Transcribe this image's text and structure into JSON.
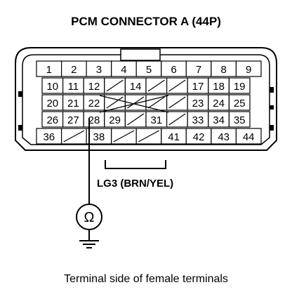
{
  "title": "PCM CONNECTOR A (44P)",
  "wire_label": "LG3 (BRN/YEL)",
  "meter_symbol": "Ω",
  "caption": "Terminal side of female terminals",
  "rows": [
    [
      "1",
      "2",
      "3",
      "4",
      "5",
      "6",
      "7",
      "8",
      "9"
    ],
    [
      "10",
      "11",
      "12",
      "",
      "14",
      "",
      "",
      "17",
      "18",
      "19"
    ],
    [
      "20",
      "21",
      "22",
      "",
      "",
      "",
      "",
      "23",
      "24",
      "25"
    ],
    [
      "26",
      "27",
      "28",
      "29",
      "",
      "31",
      "",
      "33",
      "34",
      "35"
    ],
    [
      "36",
      "",
      "38",
      "",
      "",
      "41",
      "42",
      "43",
      "44"
    ]
  ]
}
